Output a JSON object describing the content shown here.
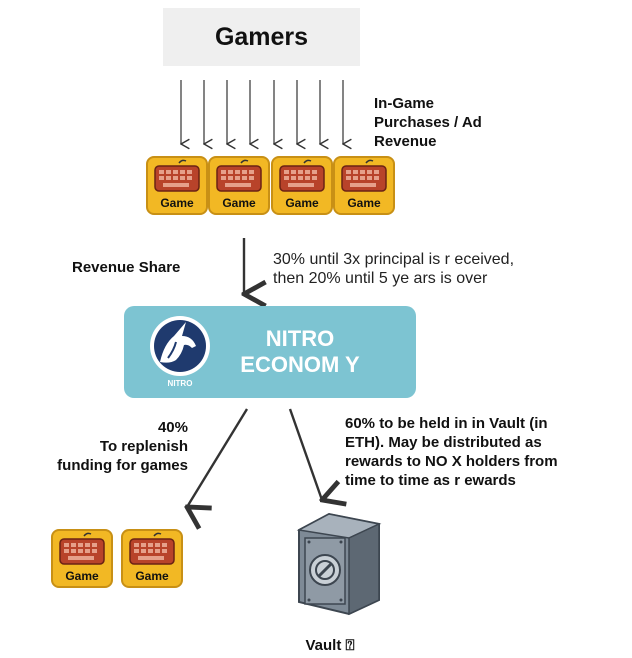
{
  "gamers": "Gamers",
  "in_game_label": [
    "In-Game",
    "Purchases / Ad",
    "Revenue"
  ],
  "revenue_share_label": "Revenue Share",
  "revenue_terms": [
    "30% until 3x principal is r eceived,",
    "then 20% until 5 ye ars is over"
  ],
  "nitro": {
    "title_line1": "NITRO",
    "title_line2": "ECONOM Y",
    "logo_text": "NITRO"
  },
  "left_split": [
    "40%",
    "To replenish",
    "funding for games"
  ],
  "right_split": [
    "60% to be held in in  Vault (in",
    "ETH). May be distributed as",
    "rewards to NO X holders from",
    "time to time as r ewards"
  ],
  "game_label": "Game",
  "vault_label": "Vault ⍰",
  "colors": {
    "nitro_box": "#7dc4d2",
    "game_tile": "#f2b824",
    "game_keyboard": "#b8432a",
    "gamers_box": "#efefef"
  }
}
